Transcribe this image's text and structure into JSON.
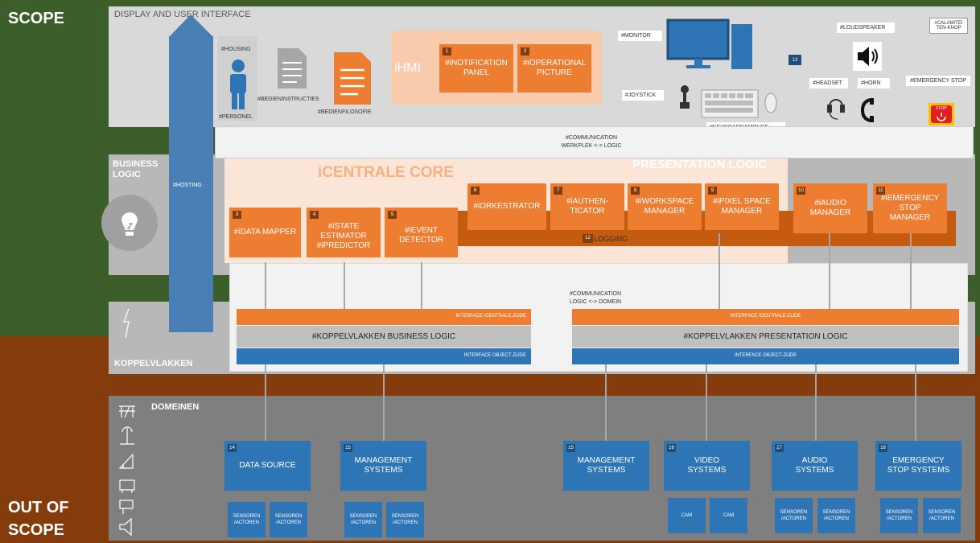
{
  "zones": {
    "scope": "SCOPE",
    "out_of_scope_1": "OUT OF",
    "out_of_scope_2": "SCOPE"
  },
  "display": {
    "title": "DISPLAY AND USER INTERFACE",
    "housing": "#HOUSING",
    "personel": "#PERSONEL",
    "bedieninstructies": "#BEDIENINSTRUCTIES",
    "bedienfilosofie": "#BEDIENFILOSOFIE",
    "ihmi": "iHMI",
    "notification": "#iNOTIFICATION PANEL",
    "operational": "#iOPERATIONAL PICTURE",
    "monitor": "#MONITOR",
    "joystick": "#JOYSTICK",
    "keyboard": "#KEYBOARD&MOUSE",
    "loudspeaker": "#LOUDSPEAKER",
    "calamiteiten": "#CALAMITEI TEN-KNOP",
    "headset": "#HEADSET",
    "horn": "#HORN",
    "emergency": "#EMERGENCY STOP",
    "stop_label": "STOP",
    "num_notification": "1",
    "num_operational": "2",
    "num_13": "13"
  },
  "communication_top": {
    "line1": "#COMMUNICATION",
    "line2": "WERKPLEK <-> LOGIC"
  },
  "business": {
    "label1": "BUSINESS",
    "label2": "LOGIC",
    "hosting": "#HOSTING",
    "core": "iCENTRALE CORE",
    "presentation": "PRESENTATION LOGIC",
    "logging": "LOGGING",
    "num_logging": "12",
    "modules": [
      {
        "num": "3",
        "label": "#iDATA MAPPER"
      },
      {
        "num": "4",
        "label": "#iSTATE ESTIMATOR #iPREDICTOR"
      },
      {
        "num": "5",
        "label": "#iEVENT DETECTOR"
      },
      {
        "num": "6",
        "label": "#iORKESTRATOR"
      },
      {
        "num": "7",
        "label": "#iAUTHEN-TICATOR"
      },
      {
        "num": "8",
        "label": "#iWORKSPACE MANAGER"
      },
      {
        "num": "9",
        "label": "#iPIXEL SPACE MANAGER"
      },
      {
        "num": "10",
        "label": "#iAUDIO MANAGER"
      },
      {
        "num": "11",
        "label": "#iEMERGENCY STOP MANAGER"
      }
    ]
  },
  "communication_bottom": {
    "line1": "#COMMUNICATION",
    "line2": "LOGIC <-> DOMEIN"
  },
  "koppelvlakken": {
    "label": "KOPPELVLAKKEN",
    "interface_icentrale": "INTERFACE ICENTRALE-ZIJDE",
    "interface_object": "INTERFACE OBJECT-ZIJDE",
    "business": "#KOPPELVLAKKEN BUSINESS LOGIC",
    "presentation": "#KOPPELVLAKKEN PRESENTATION LOGIC"
  },
  "domeinen": {
    "label": "DOMEINEN",
    "systems": [
      {
        "num": "14",
        "label": "DATA SOURCE"
      },
      {
        "num": "15",
        "label": "MANAGEMENT SYSTEMS"
      },
      {
        "num": "15",
        "label": "MANAGEMENT SYSTEMS"
      },
      {
        "num": "16",
        "label": "VIDEO SYSTEMS"
      },
      {
        "num": "17",
        "label": "AUDIO SYSTEMS"
      },
      {
        "num": "18",
        "label": "EMERGENCY STOP SYSTEMS"
      }
    ],
    "sensor": "SENSOREN /ACTOREN",
    "cam": "CAM"
  }
}
